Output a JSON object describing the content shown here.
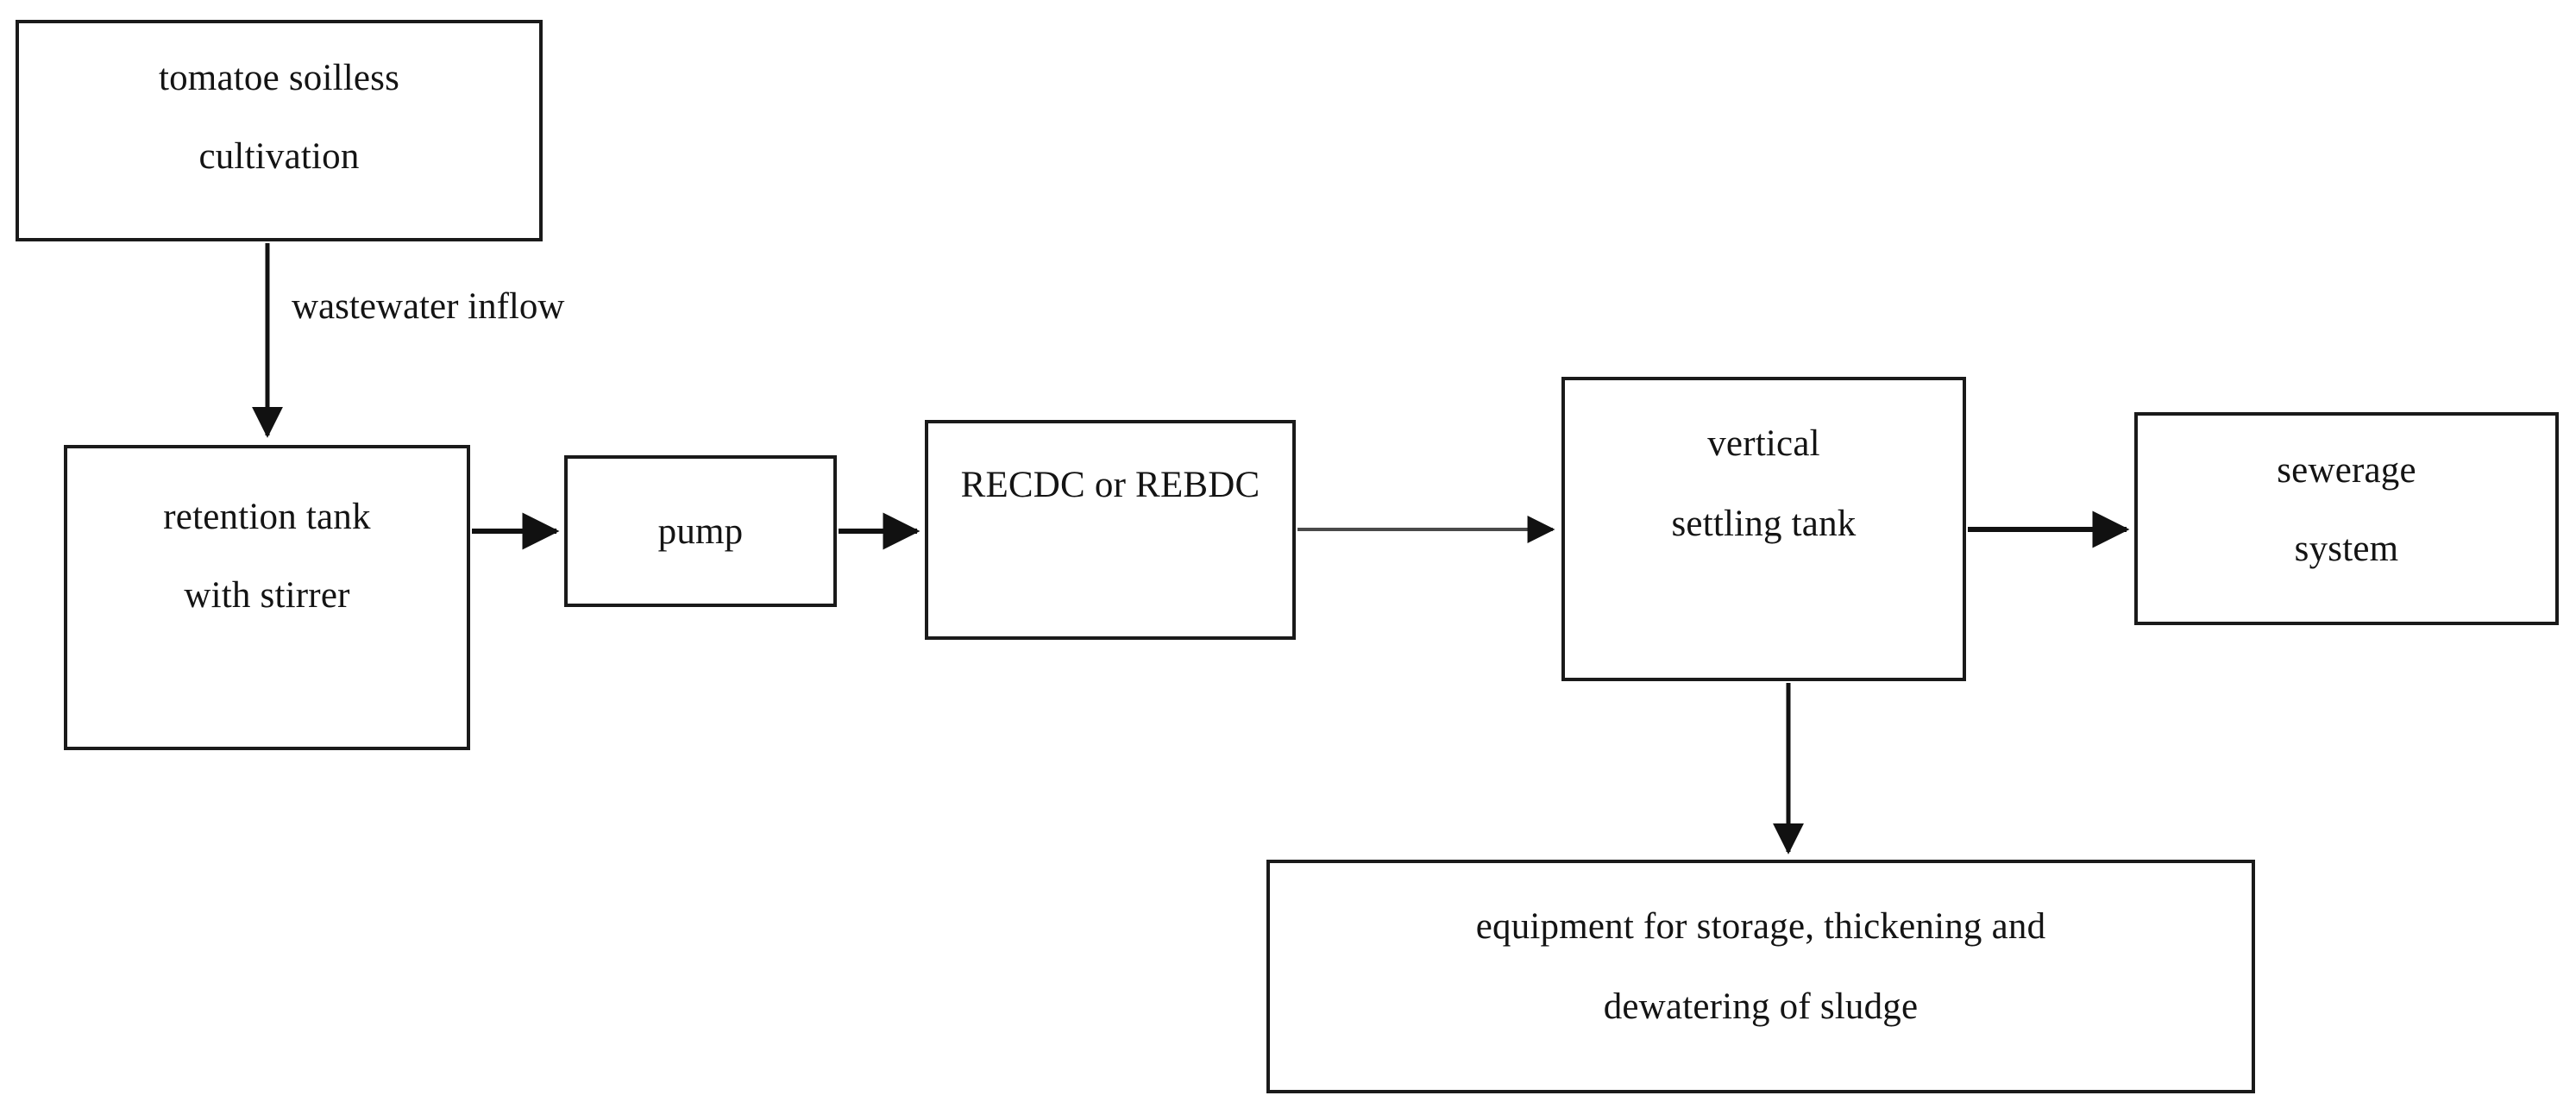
{
  "diagram": {
    "title": "tomato soilless cultivation wastewater treatment flowchart",
    "colors": {
      "stroke": "#1a1a1a",
      "text": "#141414",
      "background": "#ffffff"
    },
    "nodes": [
      {
        "id": "cultivation",
        "lines": [
          "tomatoe soilless",
          "cultivation"
        ]
      },
      {
        "id": "retention",
        "lines": [
          "retention tank",
          "with stirrer"
        ]
      },
      {
        "id": "pump",
        "lines": [
          "pump"
        ]
      },
      {
        "id": "reactor",
        "lines": [
          "RECDC or REBDC"
        ]
      },
      {
        "id": "settling",
        "lines": [
          "vertical",
          "settling tank"
        ]
      },
      {
        "id": "sewerage",
        "lines": [
          "sewerage",
          "system"
        ]
      },
      {
        "id": "sludge",
        "lines": [
          "equipment for storage, thickening and",
          "dewatering of sludge"
        ]
      }
    ],
    "edges": [
      {
        "id": "cultivation-to-retention",
        "from": "cultivation",
        "to": "retention",
        "label": "wastewater inflow",
        "direction": "down"
      },
      {
        "id": "retention-to-pump",
        "from": "retention",
        "to": "pump",
        "label": "",
        "direction": "right"
      },
      {
        "id": "pump-to-reactor",
        "from": "pump",
        "to": "reactor",
        "label": "",
        "direction": "right"
      },
      {
        "id": "reactor-to-settling",
        "from": "reactor",
        "to": "settling",
        "label": "",
        "direction": "right"
      },
      {
        "id": "settling-to-sewerage",
        "from": "settling",
        "to": "sewerage",
        "label": "",
        "direction": "right"
      },
      {
        "id": "settling-to-sludge",
        "from": "settling",
        "to": "sludge",
        "label": "",
        "direction": "down"
      }
    ]
  }
}
